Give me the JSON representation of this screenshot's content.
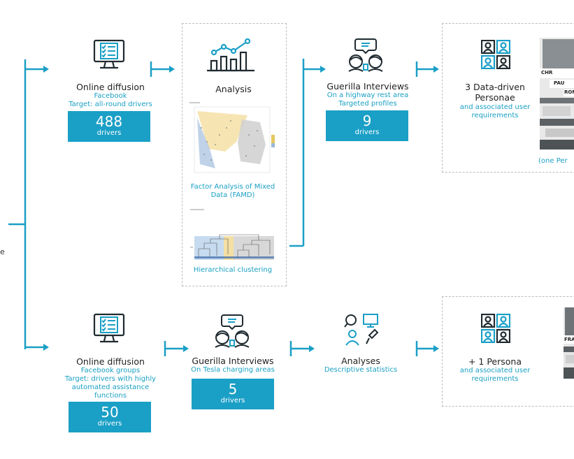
{
  "top": {
    "online": {
      "title": "Online diffusion",
      "sub1": "Facebook",
      "sub2": "Target: all-round drivers",
      "count": "488",
      "unit": "drivers"
    },
    "analysis": {
      "title": "Analysis",
      "famd_label": "Factor Analysis of Mixed Data (FAMD)",
      "hc_label": "Hierarchical clustering"
    },
    "guerilla": {
      "title": "Guerilla Interviews",
      "sub1": "On a highway rest area",
      "sub2": "Targeted profiles",
      "count": "9",
      "unit": "drivers"
    },
    "personae": {
      "title1": "3 Data-driven",
      "title2": "Personae",
      "sub1": "and associated user",
      "sub2": "requirements",
      "cut_note": "(one Per",
      "tags": [
        "CHR",
        "PAU",
        "RON"
      ]
    }
  },
  "bottom": {
    "online": {
      "title": "Online diffusion",
      "sub1": "Facebook groups",
      "sub2": "Target: drivers with highly",
      "sub3": "automated assistance",
      "sub4": "functions",
      "count": "50",
      "unit": "drivers"
    },
    "guerilla": {
      "title": "Guerilla Interviews",
      "sub1": "On Tesla charging areas",
      "count": "5",
      "unit": "drivers"
    },
    "analyses": {
      "title": "Analyses",
      "sub1": "Descriptive statistics"
    },
    "persona": {
      "title": "+ 1 Persona",
      "sub1": "and associated user",
      "sub2": "requirements",
      "tags": [
        "FRA"
      ]
    }
  },
  "left_cut_text": "e",
  "colors": {
    "accent": "#1a9fc6",
    "icon_dark": "#1f2a30",
    "dash": "#bdbdbd"
  }
}
